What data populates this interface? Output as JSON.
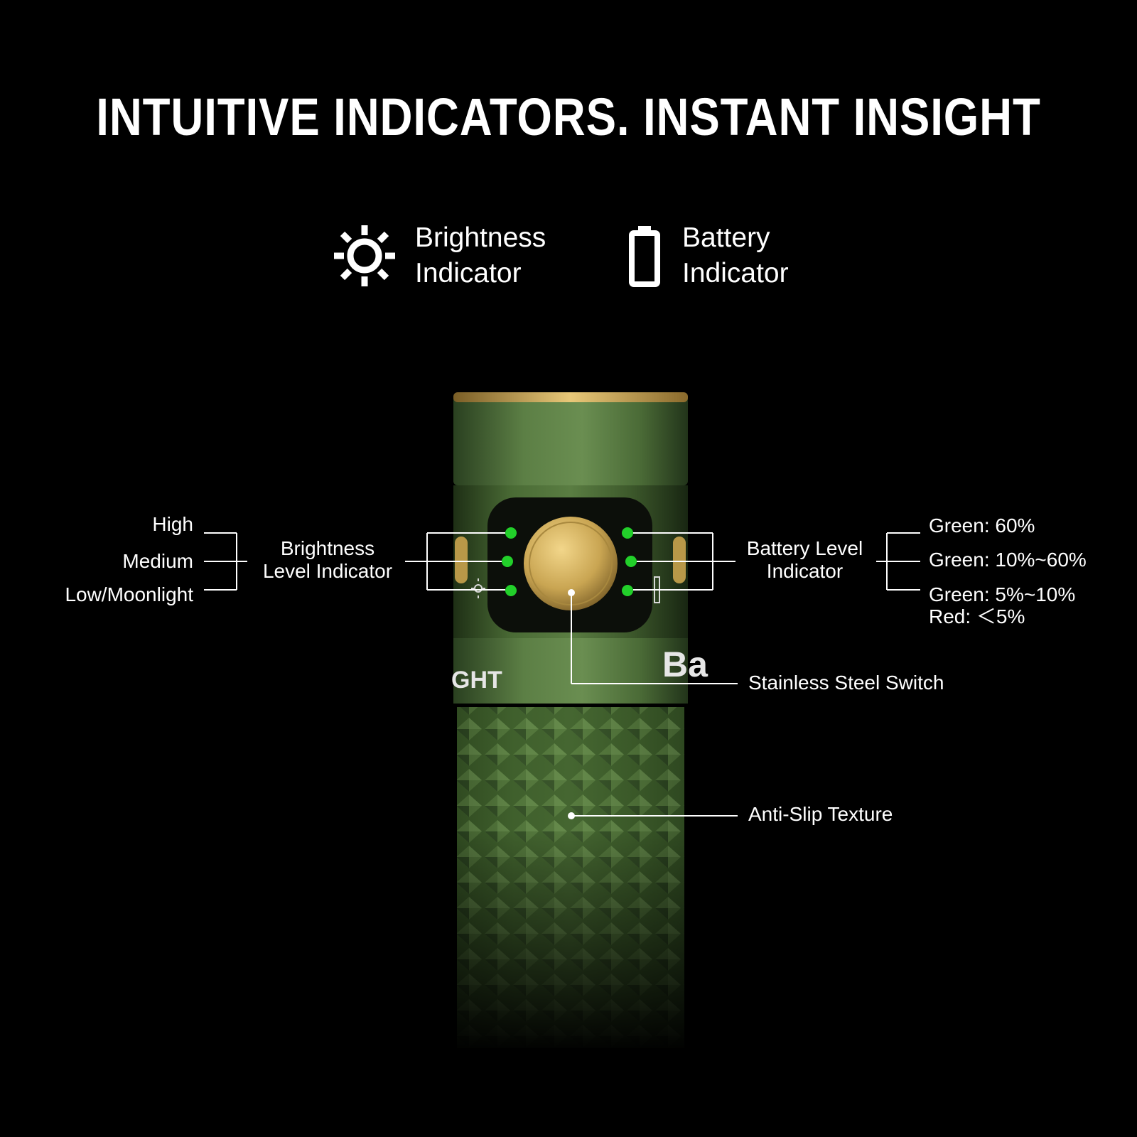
{
  "headline": "INTUITIVE INDICATORS. INSTANT INSIGHT",
  "legend": {
    "brightness": {
      "icon": "sun-icon",
      "line1": "Brightness",
      "line2": "Indicator"
    },
    "battery": {
      "icon": "battery-icon",
      "line1": "Battery",
      "line2": "Indicator"
    }
  },
  "brightness_levels": [
    "High",
    "Medium",
    "Low/Moonlight"
  ],
  "brightness_indicator": {
    "line1": "Brightness",
    "line2": "Level Indicator"
  },
  "battery_indicator": {
    "line1": "Battery Level",
    "line2": "Indicator"
  },
  "battery_levels": [
    "Green:  60%",
    "Green: 10%~60%",
    "Green: 5%~10%",
    "Red: ＜5%"
  ],
  "switch_label": "Stainless Steel Switch",
  "texture_label": "Anti-Slip Texture",
  "body_print": {
    "left": "GHT",
    "right": "Ba"
  },
  "colors": {
    "background": "#000000",
    "body_green": "#3d5a2c",
    "brass": "#c9a552",
    "indicator_led": "#22d02a",
    "text": "#ffffff"
  }
}
